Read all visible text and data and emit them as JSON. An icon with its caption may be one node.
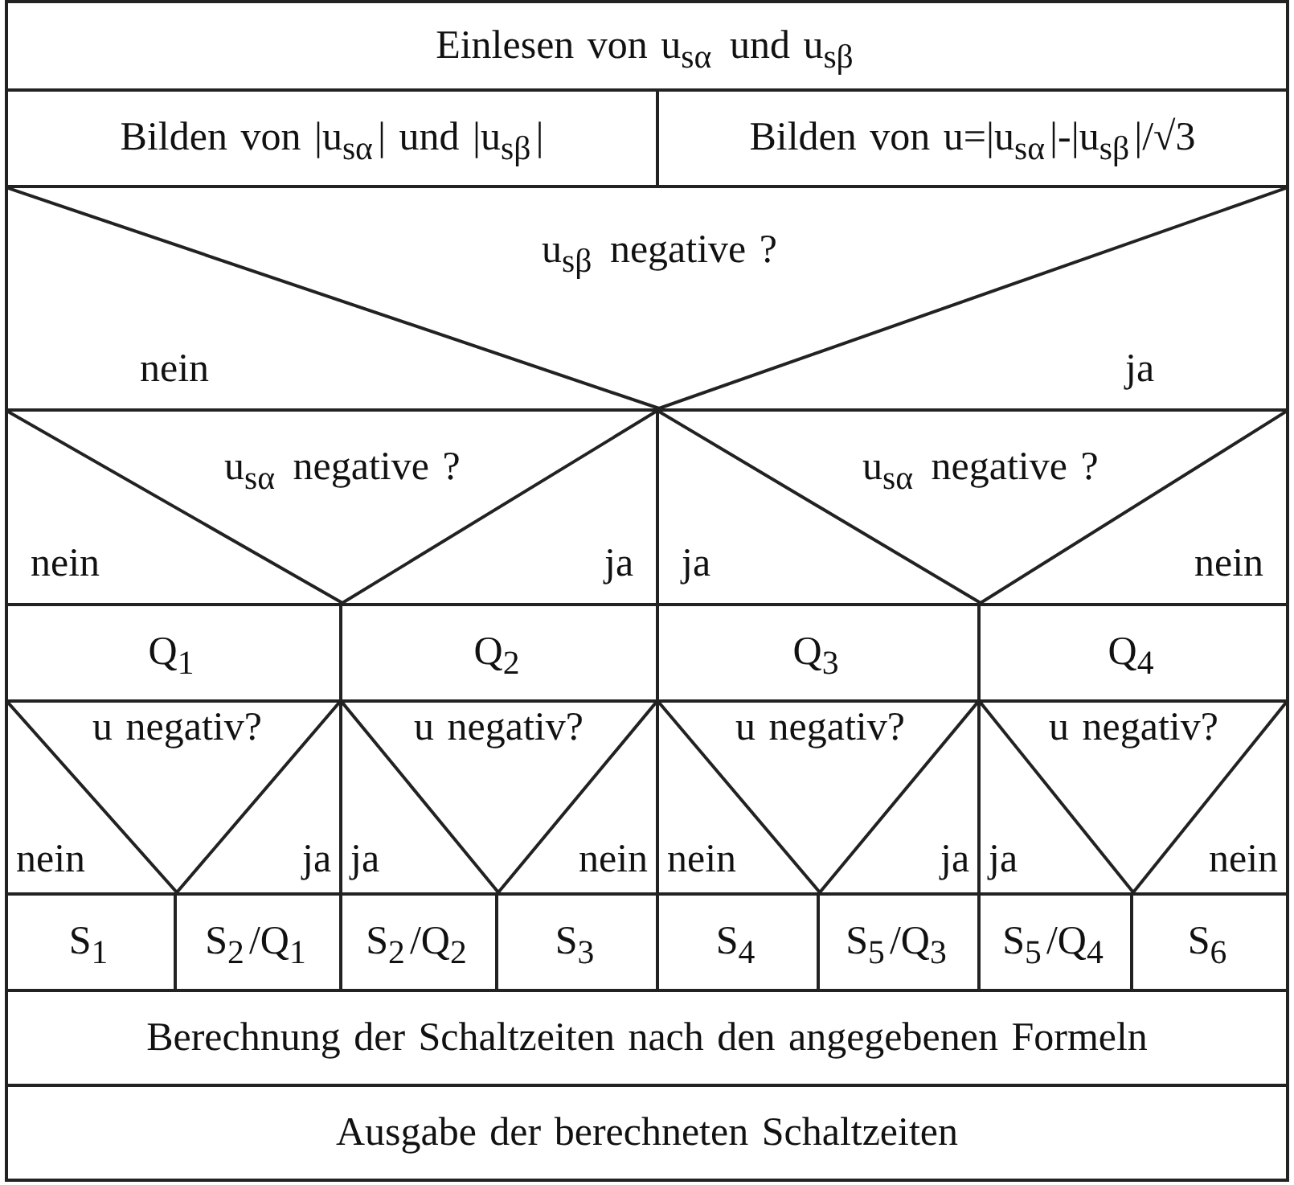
{
  "diagram": {
    "nodes": [
      {
        "text": [
          "Einlesen von u$_{sα}$ und u$_{sβ}$"
        ]
      },
      {
        "text": [
          "Bilden von |u$_{sα}$| und |u$_{sβ}$|"
        ]
      },
      {
        "text": [
          "Bilden von u=|u$_{sα}$|-|u$_{sβ}$|/√3"
        ]
      },
      {
        "text": [
          "u$_{sβ}$ negative ?",
          "nein",
          "ja"
        ]
      },
      {
        "text": [
          "u$_{sα}$ negative ?",
          "nein",
          "ja"
        ]
      },
      {
        "text": [
          "u$_{sα}$ negative ?",
          "ja",
          "nein"
        ]
      },
      {
        "text": [
          "Q$_{1}$"
        ]
      },
      {
        "text": [
          "Q$_{2}$"
        ]
      },
      {
        "text": [
          "Q$_{3}$"
        ]
      },
      {
        "text": [
          "Q$_{4}$"
        ]
      },
      {
        "text": [
          "u negativ?",
          "nein",
          "ja"
        ]
      },
      {
        "text": [
          "u negativ?",
          "ja",
          "nein"
        ]
      },
      {
        "text": [
          "u negativ?",
          "nein",
          "ja"
        ]
      },
      {
        "text": [
          "u negativ?",
          "ja",
          "nein"
        ]
      },
      {
        "text": [
          "S$_{1}$"
        ]
      },
      {
        "text": [
          "S$_{2}$/Q$_{1}$"
        ]
      },
      {
        "text": [
          "S$_{2}$/Q$_{2}$"
        ]
      },
      {
        "text": [
          "S$_{3}$"
        ]
      },
      {
        "text": [
          "S$_{4}$"
        ]
      },
      {
        "text": [
          "S$_{5}$/Q$_{3}$"
        ]
      },
      {
        "text": [
          "S$_{5}$/Q$_{4}$"
        ]
      },
      {
        "text": [
          "S$_{6}$"
        ]
      },
      {
        "text": [
          "Berechnung der Schaltzeiten nach den angegebenen Formeln"
        ]
      },
      {
        "text": [
          "Ausgabe der berechneten Schaltzeiten"
        ]
      }
    ]
  }
}
